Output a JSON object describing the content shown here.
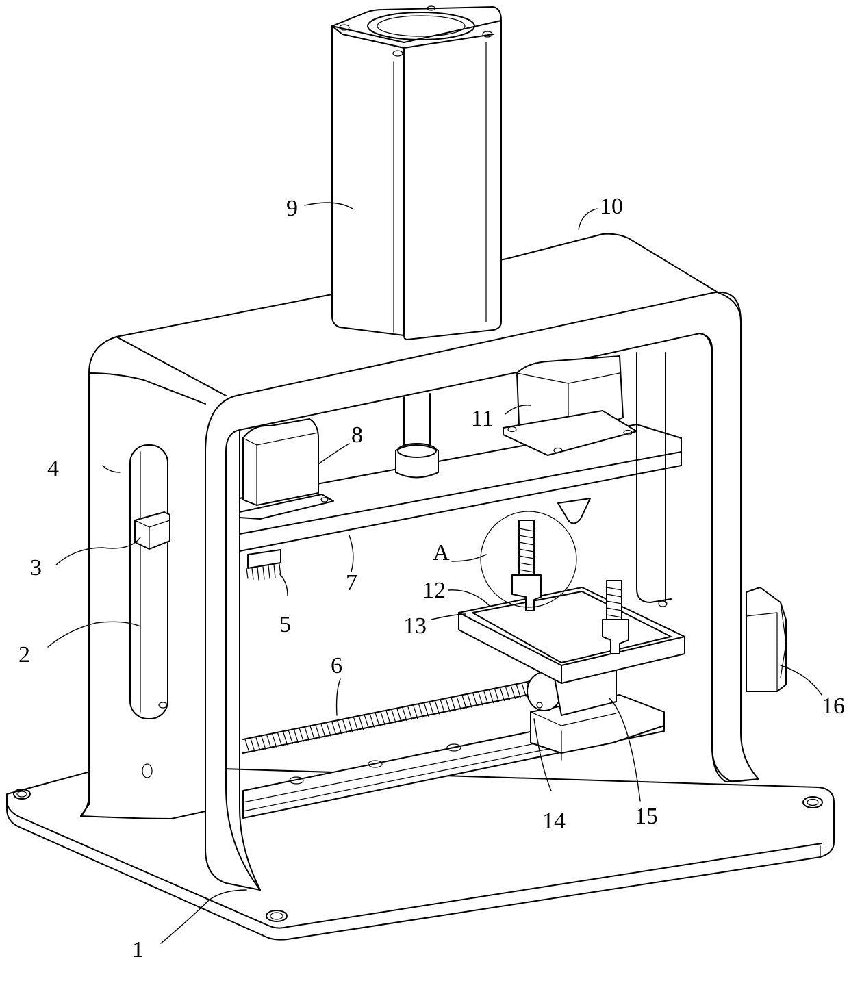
{
  "figure": {
    "labels": [
      {
        "id": "label-1",
        "text": "1"
      },
      {
        "id": "label-2",
        "text": "2"
      },
      {
        "id": "label-3",
        "text": "3"
      },
      {
        "id": "label-4",
        "text": "4"
      },
      {
        "id": "label-5",
        "text": "5"
      },
      {
        "id": "label-6",
        "text": "6"
      },
      {
        "id": "label-7",
        "text": "7"
      },
      {
        "id": "label-8",
        "text": "8"
      },
      {
        "id": "label-9",
        "text": "9"
      },
      {
        "id": "label-10",
        "text": "10"
      },
      {
        "id": "label-11",
        "text": "11"
      },
      {
        "id": "label-12",
        "text": "12"
      },
      {
        "id": "label-13",
        "text": "13"
      },
      {
        "id": "label-14",
        "text": "14"
      },
      {
        "id": "label-15",
        "text": "15"
      },
      {
        "id": "label-16",
        "text": "16"
      },
      {
        "id": "label-a",
        "text": "A"
      }
    ]
  }
}
